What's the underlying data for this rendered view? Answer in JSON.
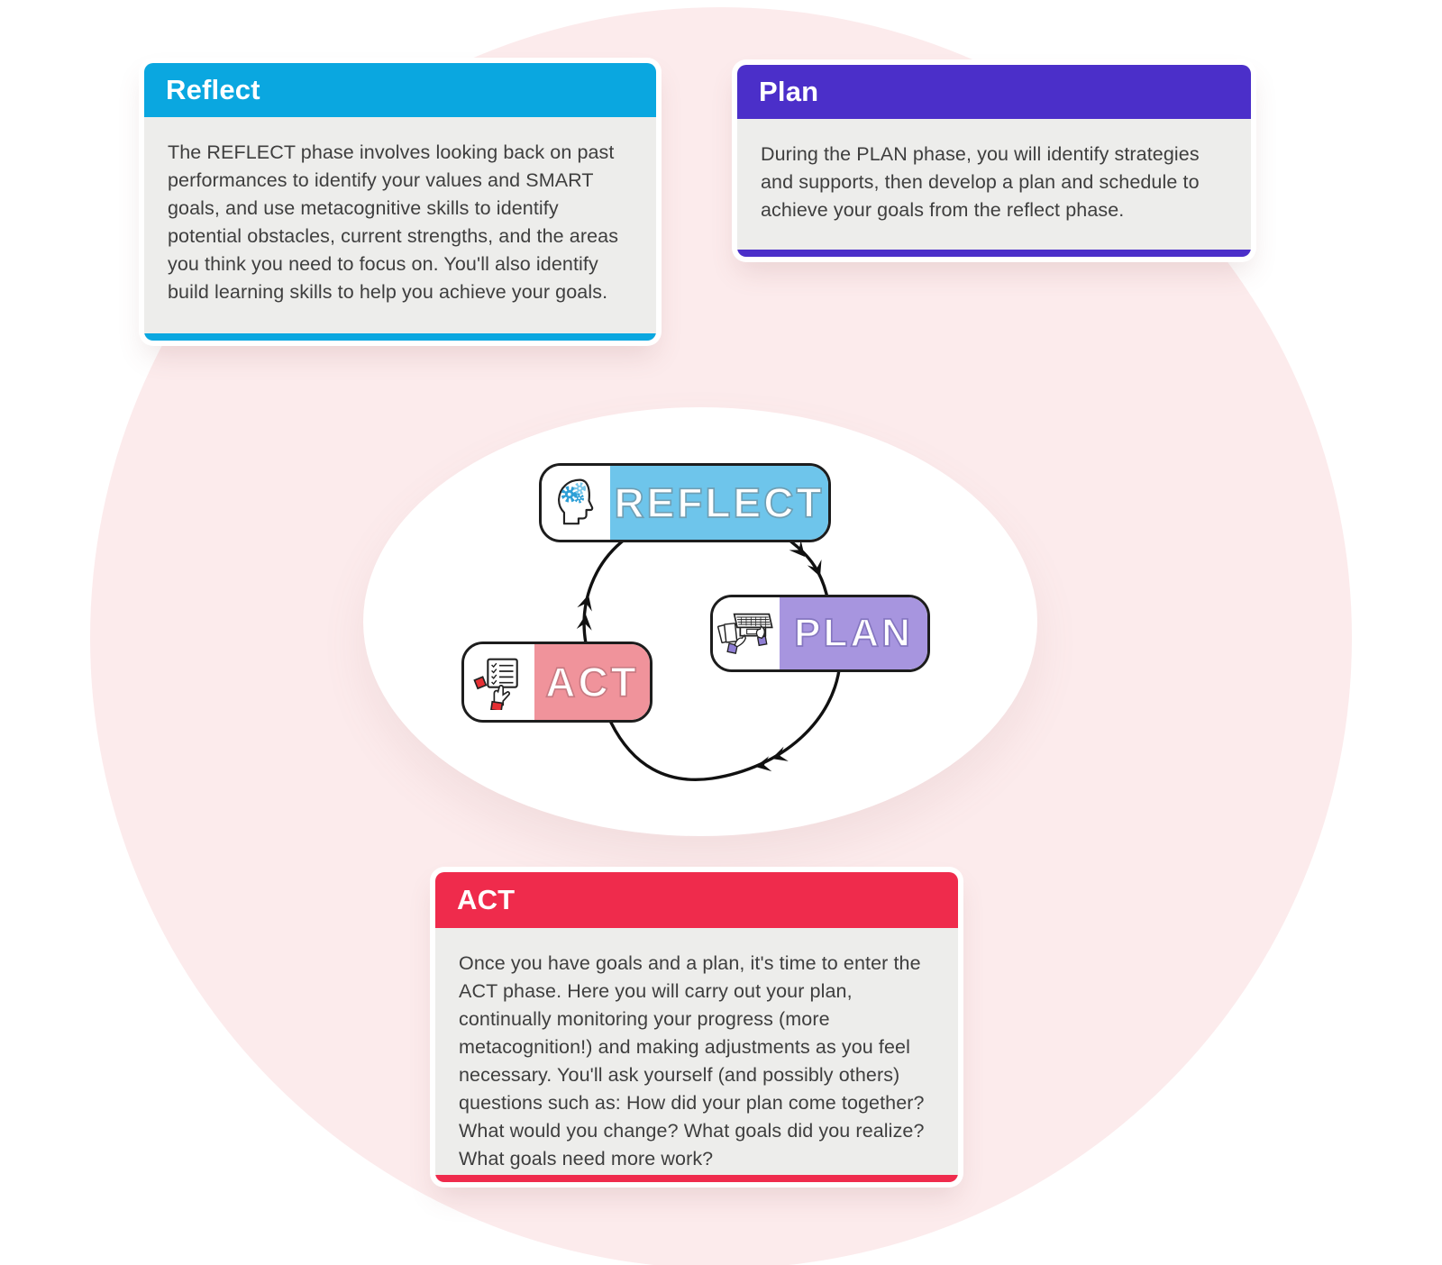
{
  "page": {
    "background_circle_color": "#FCEBEC"
  },
  "cards": [
    {
      "id": "reflect",
      "title": "Reflect",
      "accent_color": "#0AA7E0",
      "body": "The REFLECT phase involves looking back on past performances to identify your values and SMART goals, and use metacognitive skills to identify potential obstacles, current strengths, and the areas you think you need to focus on. You'll also identify build learning skills to help you achieve your goals."
    },
    {
      "id": "plan",
      "title": "Plan",
      "accent_color": "#4B2FC9",
      "body": "During the PLAN phase, you will identify strategies and supports, then develop a plan and schedule to achieve your goals from the reflect phase."
    },
    {
      "id": "act",
      "title": "ACT",
      "accent_color": "#EF2B4C",
      "body": "Once you have goals and a plan, it's time to enter the ACT phase. Here you will carry out your plan, continually monitoring your progress (more metacognition!) and making adjustments as you feel necessary. You'll ask yourself (and possibly others) questions such as: How did your plan come together? What would you change? What goals did you realize? What goals need more work?"
    }
  ],
  "cycle": {
    "badges": [
      {
        "label": "REFLECT",
        "color": "#6EC5EB",
        "icon": "head-gears-icon"
      },
      {
        "label": "PLAN",
        "color": "#A795DF",
        "icon": "laptop-hands-icon"
      },
      {
        "label": "ACT",
        "color": "#F0939B",
        "icon": "checklist-hand-icon"
      }
    ],
    "arrow_color": "#111111"
  }
}
